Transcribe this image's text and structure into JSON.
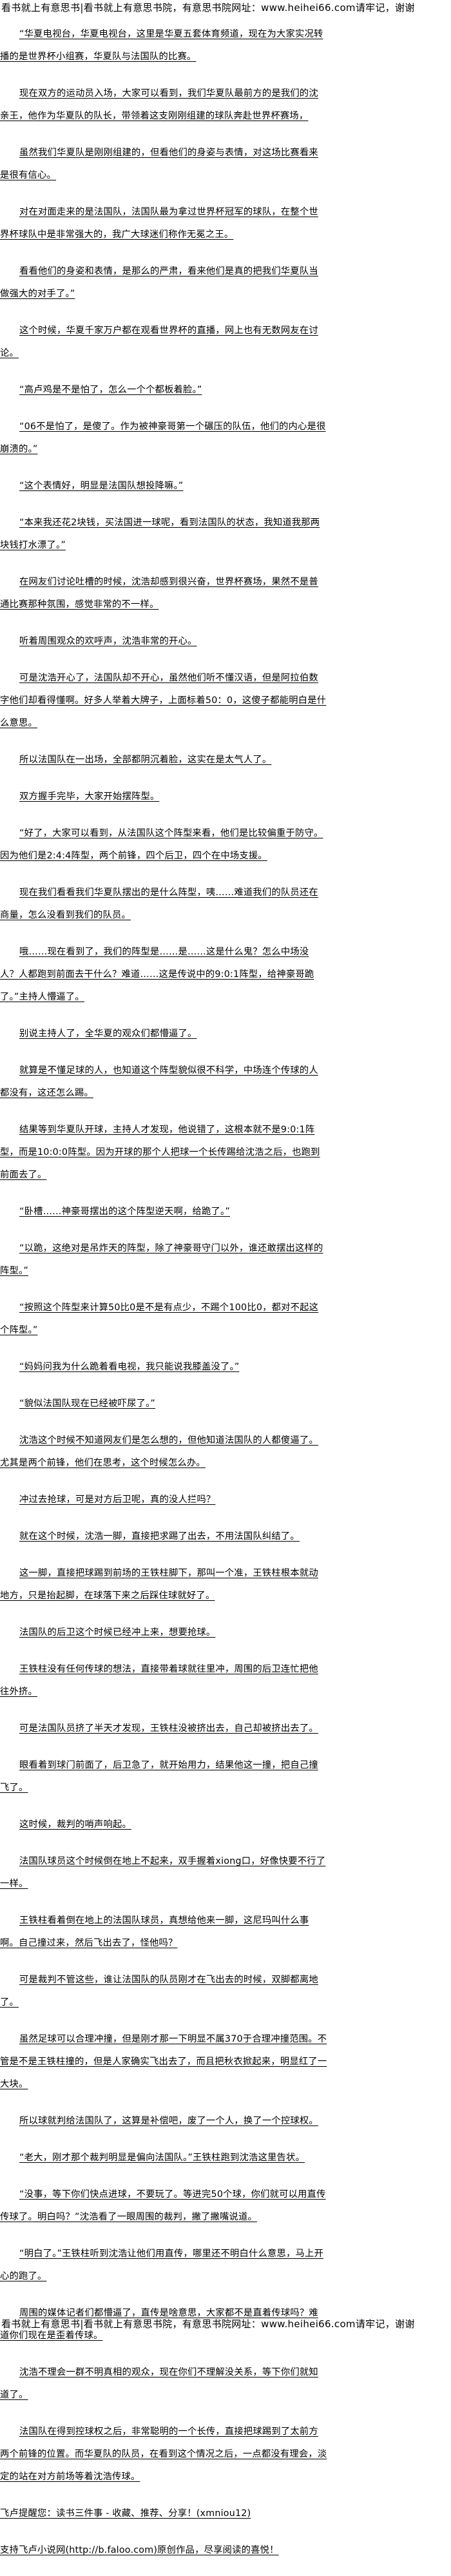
{
  "banner": {
    "top": "看书就上有意思书|看书就上有意思书院，有意思书院网址：www.heihei66.com请牢记，谢谢",
    "bottom": "看书就上有意思书|看书就上有意思书院，有意思书院网址：www.heihei66.com请牢记，谢谢"
  },
  "paragraphs": [
    "“华夏电视台，华夏电视台，这里是华夏五套体育频道，现在为大家实况转播的是世界杯小组赛，华夏队与法国队的比赛。",
    "现在双方的运动员入场，大家可以看到，我们华夏队最前方的是我们的沈亲王，他作为华夏队的队长，带领着这支刚刚组建的球队奔赴世界杯赛场，",
    "虽然我们华夏队是刚刚组建的，但看他们的身姿与表情，对这场比赛看来是很有信心。",
    "对在对面走来的是法国队，法国队最为拿过世界杯冠军的球队，在整个世界杯球队中是非常强大的，我广大球迷们称作无冕之王。",
    "看看他们的身姿和表情，是那么的严肃，看来他们是真的把我们华夏队当做强大的对手了。”",
    "这个时候，华夏千家万户都在观看世界杯的直播，网上也有无数网友在讨论。",
    "“高卢鸡是不是怕了，怎么一个个都板着脸。”",
    "“06不是怕了，是傻了。作为被神豪哥第一个碾压的队伍，他们的内心是很崩溃的。”",
    "“这个表情好，明显是法国队想投降嘛。”",
    "“本来我还花2块钱，买法国进一球呢，看到法国队的状态，我知道我那两块钱打水漂了。”",
    "在网友们讨论吐槽的时候，沈浩却感到很兴奋，世界杯赛场，果然不是普通比赛那种氛围，感觉非常的不一样。",
    "听着周围观众的欢呼声，沈浩非常的开心。",
    "可是沈浩开心了，法国队却不开心，虽然他们听不懂汉语，但是阿拉伯数字他们却看得懂啊。好多人举着大牌子，上面标着50：0，这傻子都能明白是什么意思。",
    "所以法国队在一出场，全部都阴沉着脸，这实在是太气人了。",
    "双方握手完毕，大家开始摆阵型。",
    "“好了，大家可以看到，从法国队这个阵型来看，他们是比较偏重于防守。因为他们是2:4:4阵型，两个前锋，四个后卫，四个在中场支援。",
    "现在我们看看我们华夏队摆出的是什么阵型，咦……难道我们的队员还在商量，怎么没看到我们的队员。",
    "哦……现在看到了，我们的阵型是……是……这是什么鬼？怎么中场没人？人都跑到前面去干什么？难道……这是传说中的9:0:1阵型，给神豪哥跪了。”主持人懵逼了。",
    "别说主持人了，全华夏的观众们都懵逼了。",
    "就算是不懂足球的人，也知道这个阵型貌似很不科学，中场连个传球的人都没有，这还怎么踢。",
    "结果等到华夏队开球，主持人才发现，他说错了，这根本就不是9:0:1阵型，而是10:0:0阵型。因为开球的那个人把球一个长传踢给沈浩之后，也跑到前面去了。",
    "“卧槽……神豪哥摆出的这个阵型逆天啊，给跪了。”",
    "“以跪，这绝对是吊炸天的阵型，除了神豪哥守门以外，谁还敢摆出这样的阵型。”",
    "“按照这个阵型来计算50比0是不是有点少，不踢个100比0，都对不起这个阵型。”",
    "“妈妈问我为什么跪着看电视，我只能说我膝盖没了。”",
    "“貌似法国队现在已经被吓尿了。”",
    "沈浩这个时候不知道网友们是怎么想的，但他知道法国队的人都傻逼了。尤其是两个前锋，他们在思考，这个时候怎么办。",
    "冲过去抢球，可是对方后卫呢，真的没人拦吗？",
    "就在这个时候，沈浩一脚，直接把求踢了出去，不用法国队纠结了。",
    "这一脚，直接把球踢到前场的王铁柱脚下，那叫一个准，王铁柱根本就动地方，只是抬起脚，在球落下来之后踩住球就好了。",
    "法国队的后卫这个时候已经冲上来，想要抢球。",
    "王铁柱没有任何传球的想法，直接带着球就往里冲，周围的后卫连忙把他往外挤。",
    "可是法国队员挤了半天才发现，王铁柱没被挤出去，自己却被挤出去了。",
    "眼看着到球门前面了，后卫急了，就开始用力，结果他这一撞，把自己撞飞了。",
    "这时候，裁判的哨声响起。",
    "法国队球员这个时候倒在地上不起来，双手握着xiong口，好像快要不行了一样。",
    "王铁柱看着倒在地上的法国队球员，真想给他来一脚，这尼玛叫什么事啊。自己撞过来，然后飞出去了，怪他吗？",
    "可是裁判不管这些，谁让法国队的队员刚才在飞出去的时候，双脚都离地了。",
    "虽然足球可以合理冲撞，但是刚才那一下明显不属370于合理冲撞范围。不管是不是王铁柱撞的，但是人家确实飞出去了，而且把秋衣掀起来，明显红了一大块。",
    "所以球就判给法国队了，这算是补偿吧，废了一个人，换了一个控球权。",
    "“老大，刚才那个裁判明显是偏向法国队。”王铁柱跑到沈浩这里告状。",
    "“没事，等下你们快点进球，不要玩了。等进完50个球，你们就可以用直传传球了。明白吗？”沈浩看了一眼周围的裁判，撇了撇嘴说道。",
    "“明白了。”王铁柱听到沈浩让他们用直传，哪里还不明白什么意思，马上开心的跑了。",
    "周围的媒体记者们都懵逼了，直传是啥意思，大家都不是直着传球吗？难道你们现在是歪着传球。",
    "沈浩不理会一群不明真相的观众，现在你们不理解没关系，等下你们就知道了。",
    "法国队在得到控球权之后，非常聪明的一个长传，直接把球踢到了太前方两个前锋的位置。而华夏队的队员，在看到这个情况之后，一点都没有理会，淡定的站在对方前场等着沈浩传球。"
  ],
  "footer": {
    "reminder": "飞卢提醒您：读书三件事 - 收藏、推荐、分享！(xmniou12)",
    "support": "支持飞卢小说网(http://b.faloo.com)原创作品，尽享阅读的喜悦！"
  }
}
